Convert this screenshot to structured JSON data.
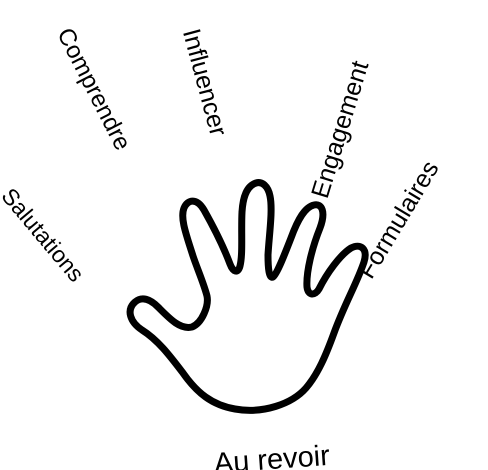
{
  "diagram": {
    "labels": {
      "greetings": "Salutations",
      "understand": "Comprendre",
      "influence": "Influencer",
      "engagement": "Engagement",
      "forms": "Formulaires",
      "goodbye": "Au revoir"
    },
    "colors": {
      "stroke": "#000000",
      "background": "#ffffff"
    }
  }
}
